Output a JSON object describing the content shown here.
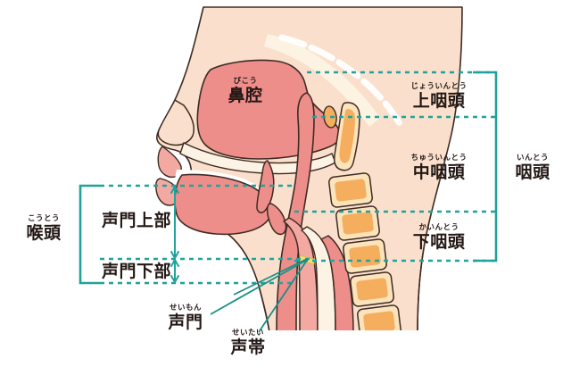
{
  "diagram": {
    "title": "Human upper airway sagittal cross-section with pharynx and larynx regions",
    "colors": {
      "teal": "#1FA39B",
      "skin": "#FAE0CC",
      "mucosa": "#EE8E8B",
      "mucosa_light": "#F3A9A2",
      "bone_fill": "#F5AE5E",
      "bone_edge": "#FBE3BC",
      "outline": "#3E2B23",
      "vocal_cord": "#F5DC7A",
      "text": "#231815"
    }
  },
  "labels": {
    "nasal_cavity": {
      "furigana": "びこう",
      "text": "鼻腔"
    },
    "nasopharynx": {
      "furigana": "じょういんとう",
      "text": "上咽頭"
    },
    "oropharynx": {
      "furigana": "ちゅういんとう",
      "text": "中咽頭"
    },
    "hypopharynx": {
      "furigana": "かいんとう",
      "text": "下咽頭"
    },
    "pharynx": {
      "furigana": "いんとう",
      "text": "咽頭"
    },
    "larynx": {
      "furigana": "こうとう",
      "text": "喉頭"
    },
    "supraglottis": {
      "furigana": "",
      "text": "声門上部"
    },
    "subglottis": {
      "furigana": "",
      "text": "声門下部"
    },
    "glottis": {
      "furigana": "せいもん",
      "text": "声門"
    },
    "vocal_cords": {
      "furigana": "せいたい",
      "text": "声帯"
    }
  }
}
